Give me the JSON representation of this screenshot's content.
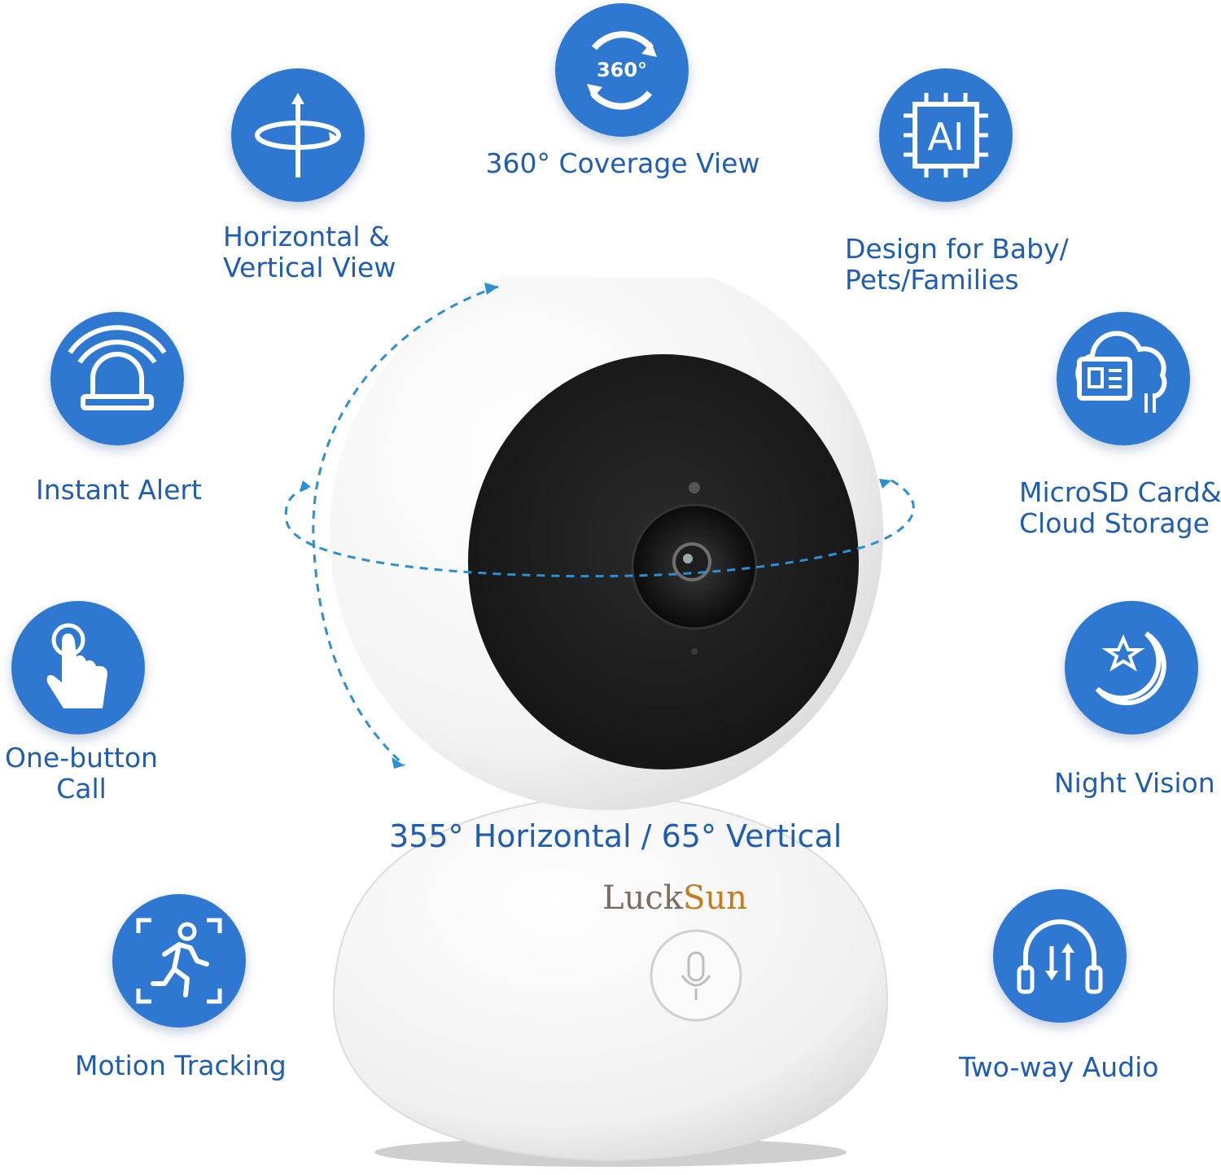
{
  "features": [
    {
      "id": "coverage",
      "icon": "360-rotate-icon",
      "label": "360° Coverage View"
    },
    {
      "id": "horizontal",
      "icon": "rotation-axes-icon",
      "label": "Horizontal &\nVertical View"
    },
    {
      "id": "ai",
      "icon": "ai-chip-icon",
      "label": "Design for Baby/\nPets/Families"
    },
    {
      "id": "alert",
      "icon": "alarm-light-icon",
      "label": "Instant Alert"
    },
    {
      "id": "storage",
      "icon": "sd-card-cloud-icon",
      "label": "MicroSD Card&\nCloud Storage"
    },
    {
      "id": "call",
      "icon": "touch-hand-icon",
      "label": "One-button\nCall"
    },
    {
      "id": "night",
      "icon": "moon-star-icon",
      "label": "Night Vision"
    },
    {
      "id": "motion",
      "icon": "running-person-icon",
      "label": "Motion Tracking"
    },
    {
      "id": "audio",
      "icon": "headphones-icon",
      "label": "Two-way Audio"
    }
  ],
  "camera": {
    "angle_label": "355° Horizontal / 65° Vertical",
    "brand_part1": "Luck",
    "brand_part2": "Sun"
  },
  "colors": {
    "accent": "#2f78d2",
    "label_text": "#1f5db3",
    "arrow": "#2a8fd6"
  }
}
